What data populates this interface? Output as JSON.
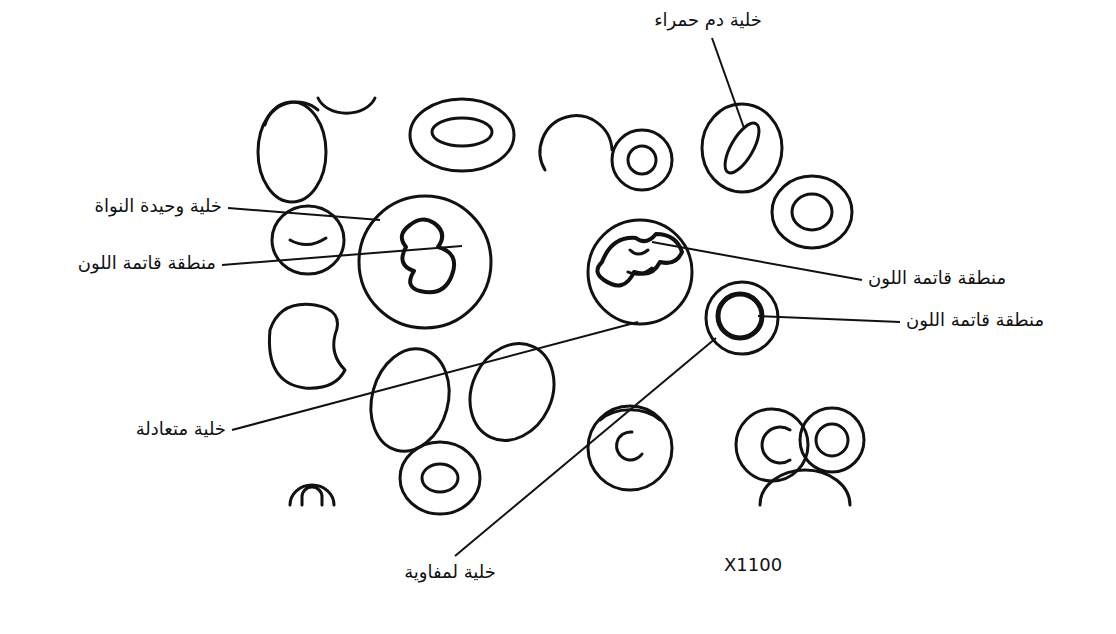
{
  "diagram": {
    "labels": [
      "خلية دم حمراء",
      "خلية وحيدة النواة",
      "منطقة قاتمة اللون",
      "منطقة قاتمة اللون",
      "منطقة قاتمة اللون",
      "خلية متعادلة",
      "خلية لمفاوية",
      "X1100"
    ]
  }
}
